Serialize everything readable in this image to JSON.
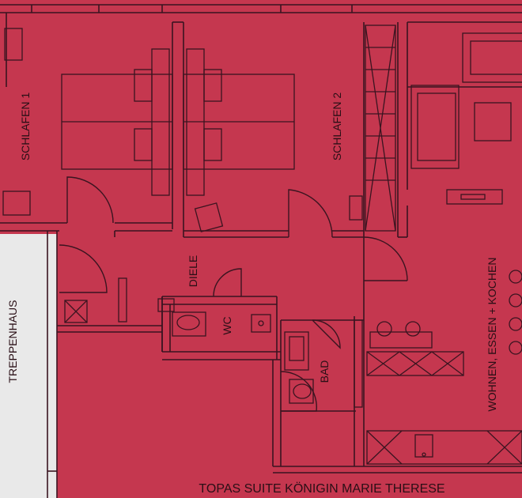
{
  "plan": {
    "title": "TOPAS SUITE  KÖNIGIN MARIE THERESE",
    "rooms": {
      "schlafen1": "SCHLAFEN 1",
      "schlafen2": "SCHLAFEN 2",
      "diele": "DIELE",
      "wc": "WC",
      "bad": "BAD",
      "treppenhaus": "TREPPENHAUS",
      "wohnen": "WOHNEN, ESSEN + KOCHEN"
    }
  },
  "colors": {
    "background": "#c5374f",
    "wall": "#3a1420",
    "stairwell": "#e9e9e9"
  }
}
